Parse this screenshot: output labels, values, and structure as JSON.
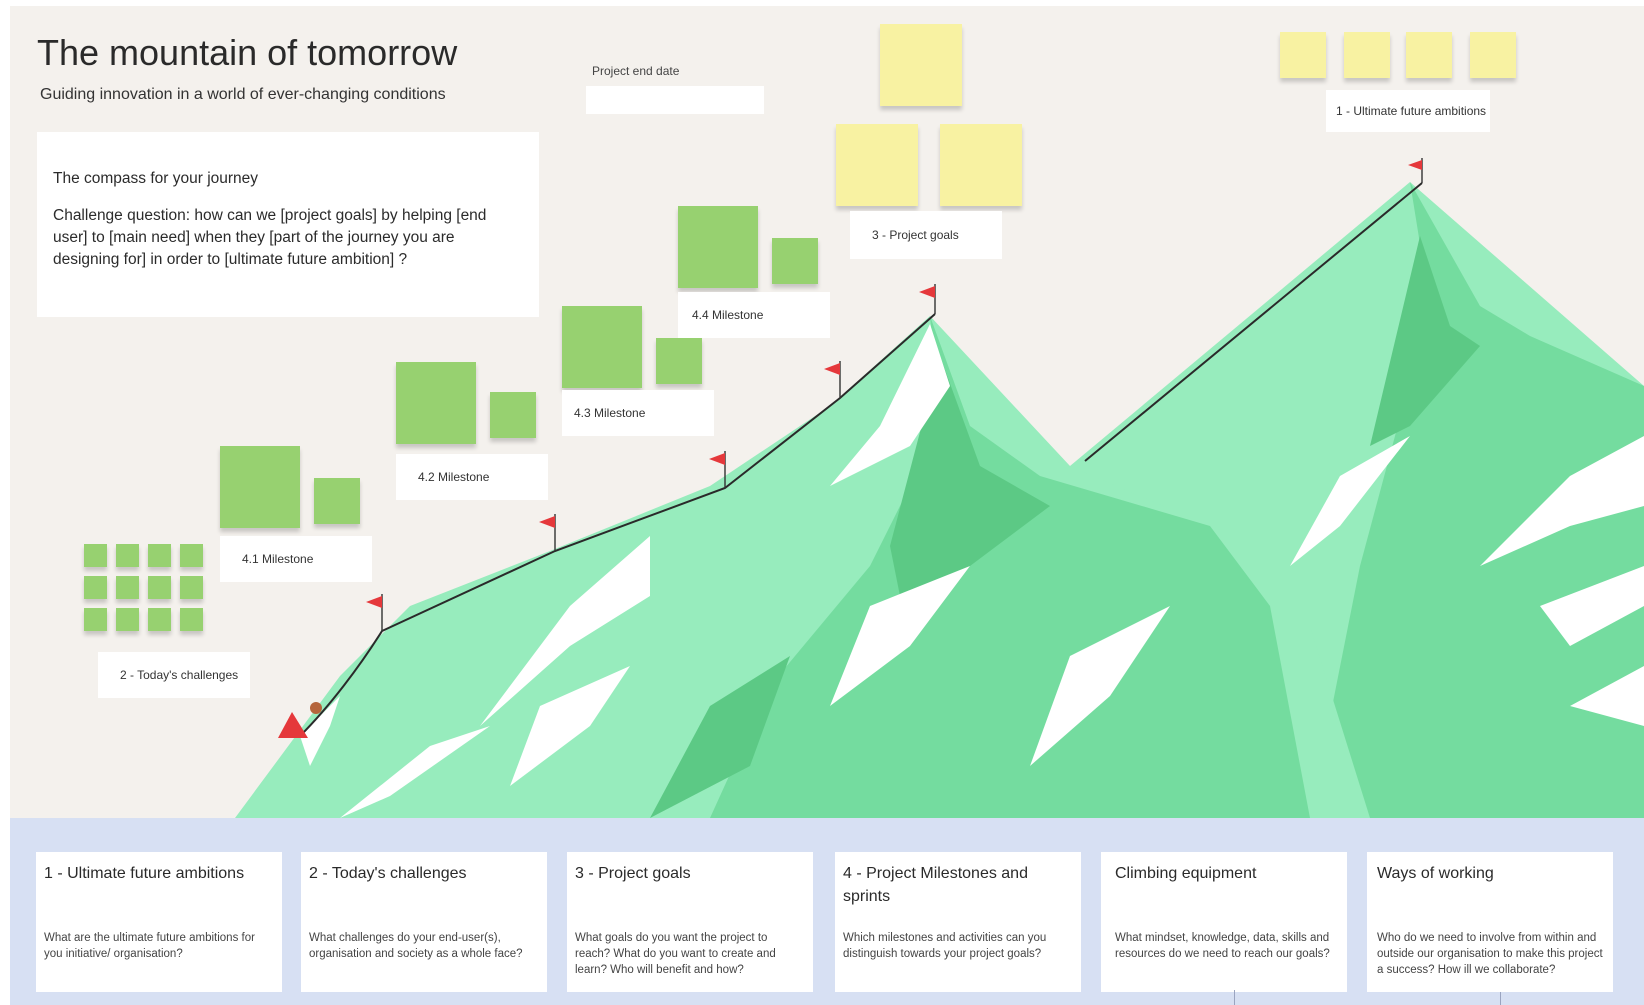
{
  "board": {
    "title": "The mountain of tomorrow",
    "subtitle": "Guiding innovation in a world of ever-changing conditions",
    "compass": {
      "heading": "The compass for your journey",
      "question": "Challenge question: how can we [project goals] by helping [end user] to [main need] when they [part of the journey you are designing for] in order to [ultimate future ambition] ?"
    },
    "project_end_date": {
      "label": "Project end date",
      "value": ""
    },
    "labels": {
      "ultimate": "1 - Ultimate future ambitions",
      "challenges": "2 - Today's challenges",
      "goals": "3 - Project goals",
      "m41": "4.1 Milestone",
      "m42": "4.2 Milestone",
      "m43": "4.3 Milestone",
      "m44": "4.4 Milestone"
    }
  },
  "info_cards": [
    {
      "title": "1 - Ultimate future ambitions",
      "desc": "What are the ultimate future ambitions for you initiative/ organisation?"
    },
    {
      "title": "2 - Today's challenges",
      "desc": "What challenges do your end-user(s), organisation and society as a whole face?"
    },
    {
      "title": "3 - Project goals",
      "desc": "What goals do you want the project to reach? What do you want to create and learn? Who will benefit and how?"
    },
    {
      "title": "4 - Project Milestones and sprints",
      "desc": "Which milestones and activities can you distinguish towards your project goals?"
    },
    {
      "title": "Climbing equipment",
      "desc": "What mindset, knowledge, data, skills and resources do we need to reach our goals?"
    },
    {
      "title": "Ways of working",
      "desc": "Who do we need to involve from within and outside our organisation to make this project a success? How ill we collaborate?"
    }
  ],
  "colors": {
    "board_bg": "#f4f1ed",
    "bottom_bg": "#d7e0f3",
    "mountain_light": "#97ecbd",
    "mountain_mid": "#74dc9f",
    "mountain_dark": "#5cc985",
    "snow": "#ffffff",
    "flag": "#e5383b",
    "sticky_green": "#97d170",
    "sticky_yellow": "#f8f2a2"
  }
}
